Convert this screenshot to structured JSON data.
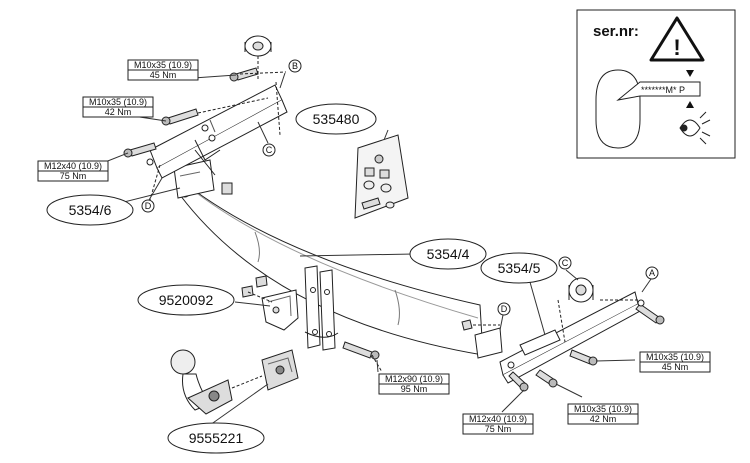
{
  "parts": {
    "left_arm": "5354/6",
    "main_bar": "5354/4",
    "right_arm": "5354/5",
    "kit": "535480",
    "bracket": "9520092",
    "ball": "9555221"
  },
  "bolts": {
    "tl_top": {
      "size": "M10x35 (10.9)",
      "torque": "45 Nm"
    },
    "tl_mid": {
      "size": "M10x35 (10.9)",
      "torque": "42 Nm"
    },
    "tl_low": {
      "size": "M12x40 (10.9)",
      "torque": "75 Nm"
    },
    "center": {
      "size": "M12x90 (10.9)",
      "torque": "95 Nm"
    },
    "br_right": {
      "size": "M10x35 (10.9)",
      "torque": "45 Nm"
    },
    "br_mid": {
      "size": "M10x35 (10.9)",
      "torque": "42 Nm"
    },
    "br_left": {
      "size": "M12x40 (10.9)",
      "torque": "75 Nm"
    }
  },
  "markers": {
    "a": "A",
    "b": "B",
    "c": "C",
    "d": "D"
  },
  "serial": {
    "title": "ser.nr:",
    "code": "*******M* P",
    "warning_symbol": "!",
    "icons": [
      "warning-triangle-icon",
      "eye-icon",
      "arrow-down-icon",
      "arrow-up-icon"
    ]
  }
}
